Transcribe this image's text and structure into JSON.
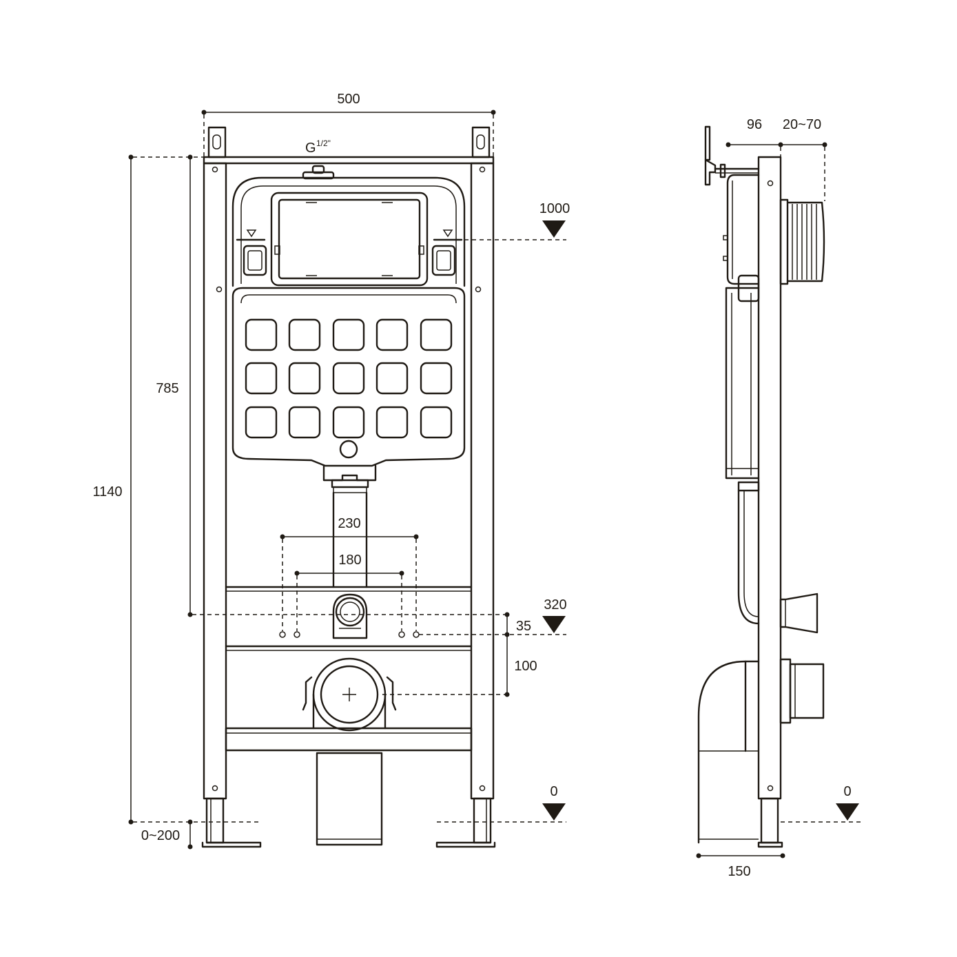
{
  "front_view": {
    "width_label": "500",
    "thread_label": "G",
    "thread_sup": "1/2\"",
    "height_total_label": "1140",
    "height_785_label": "785",
    "width_230_label": "230",
    "width_180_label": "180",
    "adjust_label": "0~200",
    "offset_35_label": "35",
    "offset_100_label": "100",
    "level_1000_label": "1000",
    "level_320_label": "320",
    "level_0_label": "0"
  },
  "side_view": {
    "depth_96_label": "96",
    "depth_20_70_label": "20~70",
    "depth_150_label": "150",
    "level_0_label": "0"
  },
  "colors": {
    "line": "#1f1a14",
    "background": "#ffffff"
  }
}
